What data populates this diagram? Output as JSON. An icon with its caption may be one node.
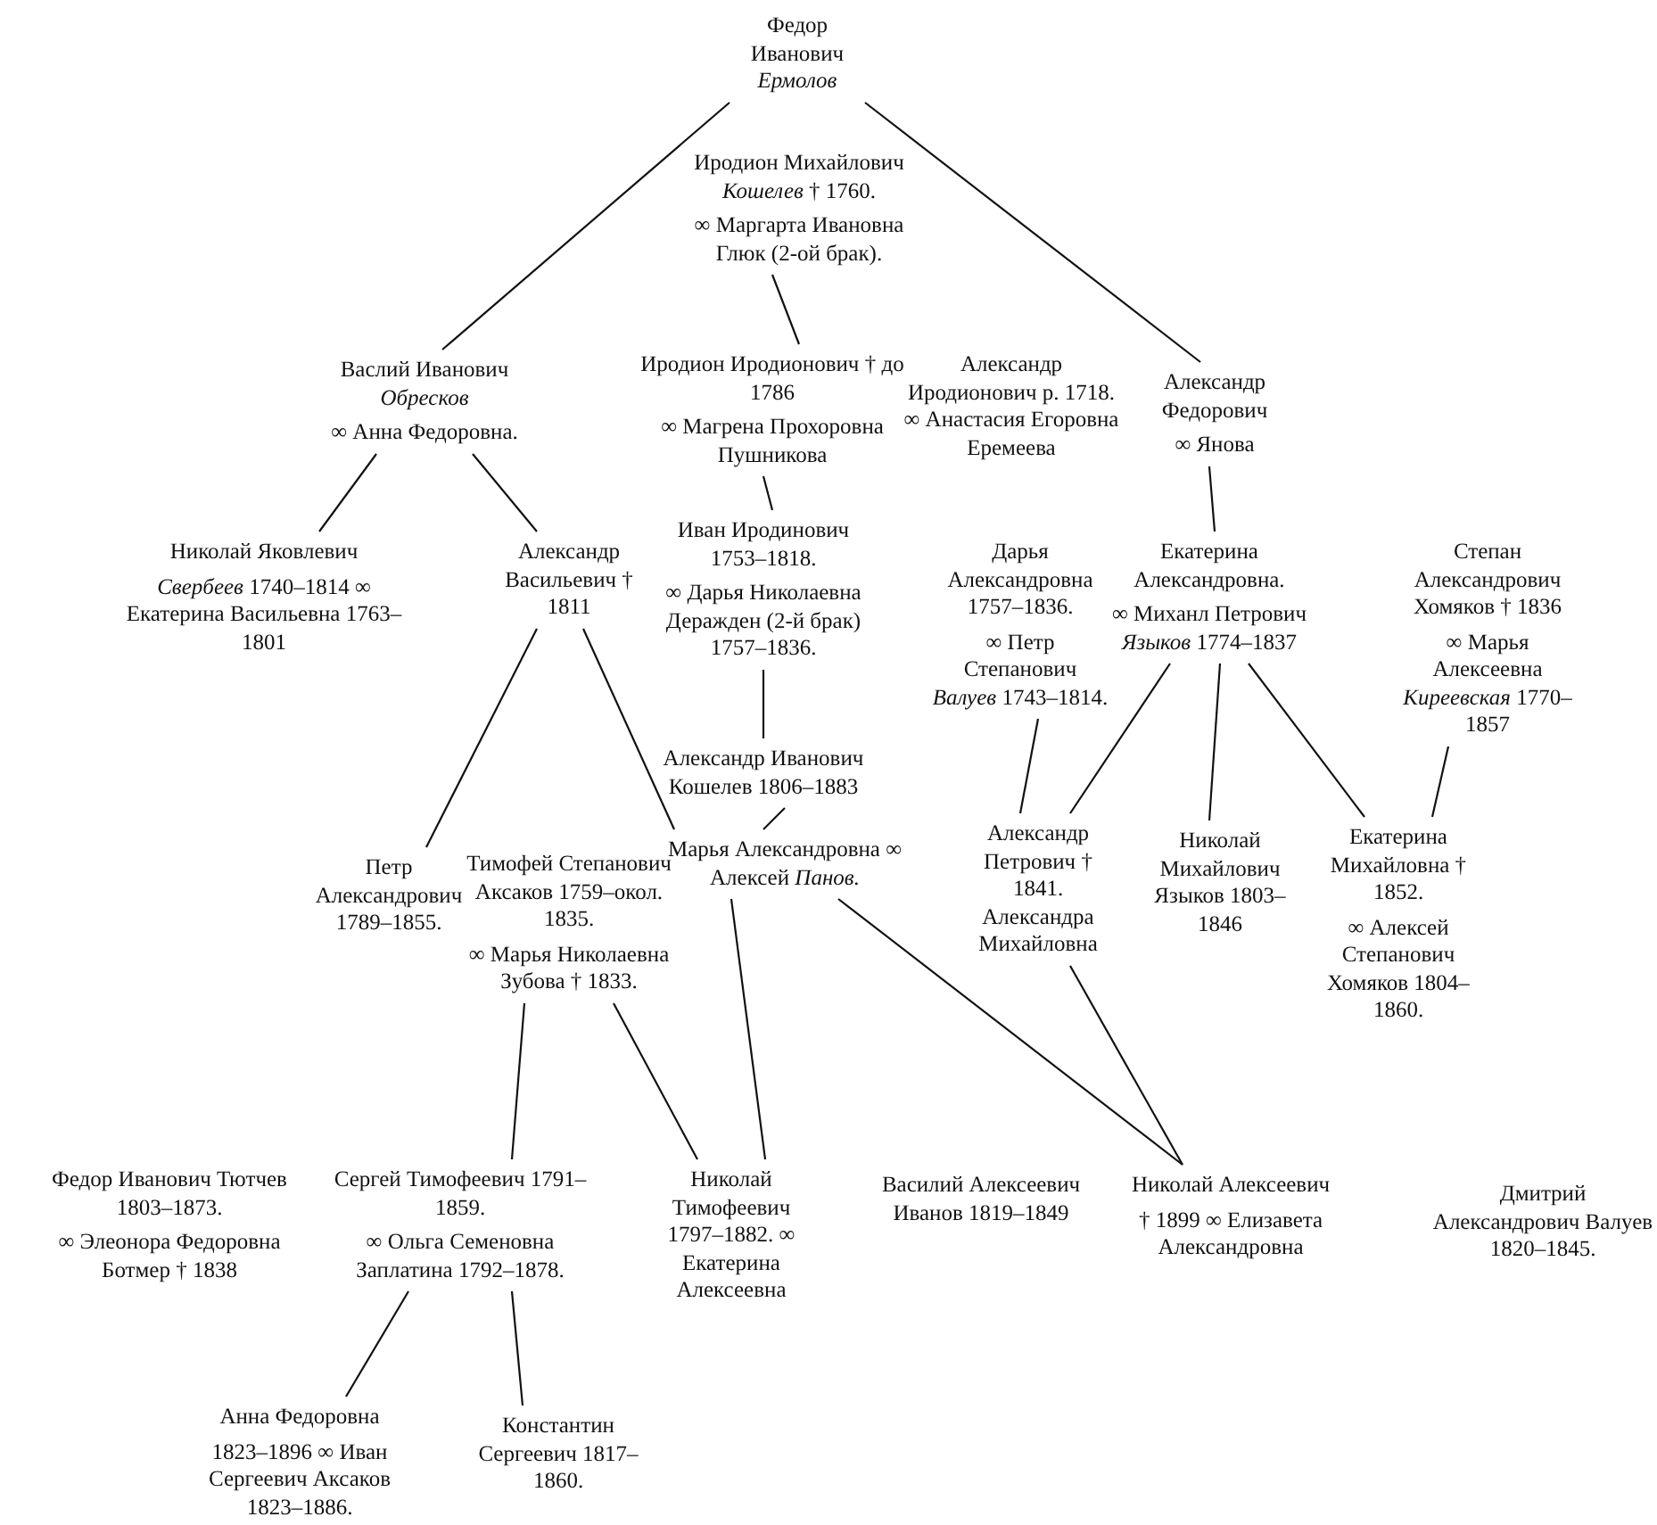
{
  "diagram": {
    "nodes": [
      {
        "text": [
          "Федор Иванович *Ермолов*"
        ]
      },
      {
        "text": [
          "Иродион Михайлович *Кошелев* † 1760.",
          "∞ Маргарта Ивановна Глюк (2-ой брак)."
        ]
      },
      {
        "text": [
          "Васлий Иванович *Обресков*",
          "∞ Анна Федоровна."
        ]
      },
      {
        "text": [
          "Иродион Иродионович † до 1786",
          "∞ Магрена Прохоровна Пушникова"
        ]
      },
      {
        "text": [
          "Александр Иродионович р. 1718. ∞ Анастасия Егоровна Еремеева"
        ]
      },
      {
        "text": [
          "Александр Федорович",
          "∞ Янова"
        ]
      },
      {
        "text": [
          "Николай Яковлевич",
          "*Свербеев* 1740–1814 ∞ Екатерина Васильевна 1763–1801"
        ]
      },
      {
        "text": [
          "Александр Васильевич † 1811"
        ]
      },
      {
        "text": [
          "Иван Иродинович 1753–1818.",
          "∞ Дарья Николаевна Деражден (2-й брак) 1757–1836."
        ]
      },
      {
        "text": [
          "Дарья Александровна 1757–1836.",
          "∞ Петр Степанович *Валуев* 1743–1814."
        ]
      },
      {
        "text": [
          "Екатерина Александровна.",
          "∞ Миханл Петрович *Языков* 1774–1837"
        ]
      },
      {
        "text": [
          "Степан Александрович Хомяков † 1836",
          "∞ Марья Алексеевна *Киреевская* 1770–1857"
        ]
      },
      {
        "text": [
          "Александр Иванович Кошелев 1806–1883"
        ]
      },
      {
        "text": [
          "Петр Александрович 1789–1855."
        ]
      },
      {
        "text": [
          "Тимофей Степанович Аксаков 1759–окол. 1835.",
          "∞ Марья Николаевна Зубова † 1833."
        ]
      },
      {
        "text": [
          "Марья Александровна ∞ Алексей *Панов.*"
        ]
      },
      {
        "text": [
          "Александр Петрович † 1841. Александра Михайловна"
        ]
      },
      {
        "text": [
          "Николай Михайлович Языков 1803–1846"
        ]
      },
      {
        "text": [
          "Екатерина Михайловна † 1852.",
          "∞ Алексей Степанович Хомяков 1804–1860."
        ]
      },
      {
        "text": [
          "Федор Иванович Тютчев 1803–1873.",
          "∞ Элеонора Федоровна Ботмер † 1838"
        ]
      },
      {
        "text": [
          "Сергей Тимофеевич 1791–1859.",
          "∞ Ольга Семеновна Заплатина 1792–1878."
        ]
      },
      {
        "text": [
          "Николай Тимофеевич 1797–1882. ∞ Екатерина Алексеевна"
        ]
      },
      {
        "text": [
          "Василий Алексеевич Иванов 1819–1849"
        ]
      },
      {
        "text": [
          "Николай Алексеевич",
          "† 1899 ∞ Елизавета Александровна"
        ]
      },
      {
        "text": [
          "Дмитрий Александрович Валуев 1820–1845."
        ]
      },
      {
        "text": [
          "Анна Федоровна",
          "1823–1896 ∞ Иван Сергеевич Аксаков 1823–1886."
        ]
      },
      {
        "text": [
          "Константин Сергеевич 1817–1860."
        ]
      }
    ],
    "edges": [
      {
        "from": 0,
        "to": 2,
        "arrow": "none"
      },
      {
        "from": 0,
        "to": 5,
        "arrow": "none"
      },
      {
        "from": 1,
        "to": 3,
        "arrow": "none"
      },
      {
        "from": 3,
        "to": 8,
        "arrow": "none"
      },
      {
        "from": 2,
        "to": 6,
        "arrow": "none"
      },
      {
        "from": 2,
        "to": 7,
        "arrow": "none"
      },
      {
        "from": 5,
        "to": 10,
        "arrow": "none"
      },
      {
        "from": 8,
        "to": 12,
        "arrow": "none"
      },
      {
        "from": 12,
        "to": 15,
        "arrow": "none"
      },
      {
        "from": 7,
        "to": 13,
        "arrow": "none"
      },
      {
        "from": 7,
        "to": 15,
        "arrow": "none"
      },
      {
        "from": 9,
        "to": 16,
        "arrow": "none"
      },
      {
        "from": 10,
        "to": 16,
        "arrow": "none"
      },
      {
        "from": 10,
        "to": 17,
        "arrow": "none"
      },
      {
        "from": 10,
        "to": 18,
        "arrow": "none"
      },
      {
        "from": 11,
        "to": 18,
        "arrow": "none"
      },
      {
        "from": 14,
        "to": 20,
        "arrow": "none"
      },
      {
        "from": 14,
        "to": 21,
        "arrow": "none"
      },
      {
        "from": 15,
        "to": 21,
        "arrow": "none"
      },
      {
        "from": 15,
        "to": 23,
        "arrow": "none"
      },
      {
        "from": 16,
        "to": 23,
        "arrow": "none"
      },
      {
        "from": 20,
        "to": 25,
        "arrow": "none"
      },
      {
        "from": 20,
        "to": 26,
        "arrow": "none"
      }
    ]
  }
}
